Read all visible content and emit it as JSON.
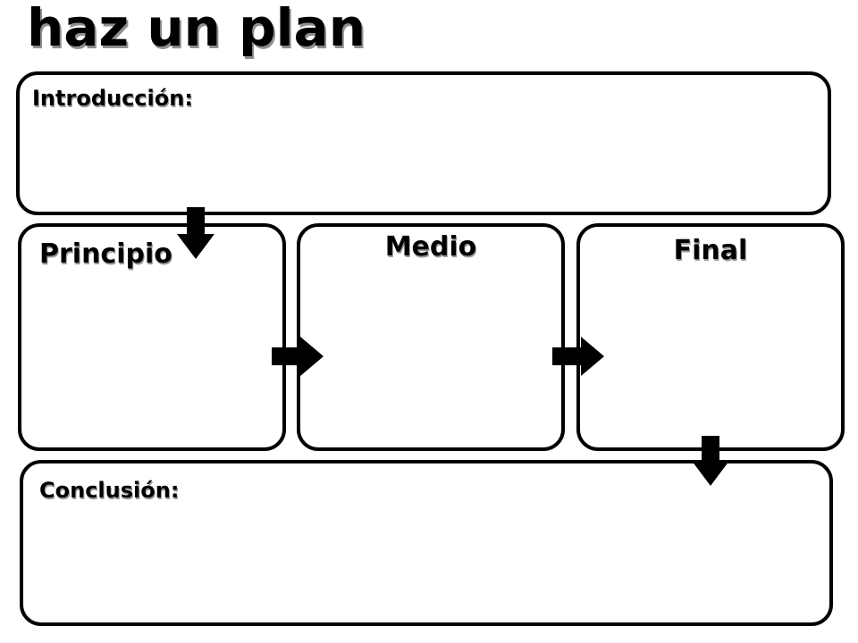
{
  "title": "haz un plan",
  "sections": {
    "introduccion": {
      "label": "Introducción:"
    },
    "principio": {
      "label": "Principio"
    },
    "medio": {
      "label": "Medio"
    },
    "final": {
      "label": "Final"
    },
    "conclusion": {
      "label": "Conclusión:"
    }
  },
  "arrows": [
    {
      "name": "arrow-down-intro-to-principio-icon",
      "direction": "down"
    },
    {
      "name": "arrow-right-principio-to-medio-icon",
      "direction": "right"
    },
    {
      "name": "arrow-right-medio-to-final-icon",
      "direction": "right"
    },
    {
      "name": "arrow-down-final-to-conclusion-icon",
      "direction": "down"
    }
  ]
}
